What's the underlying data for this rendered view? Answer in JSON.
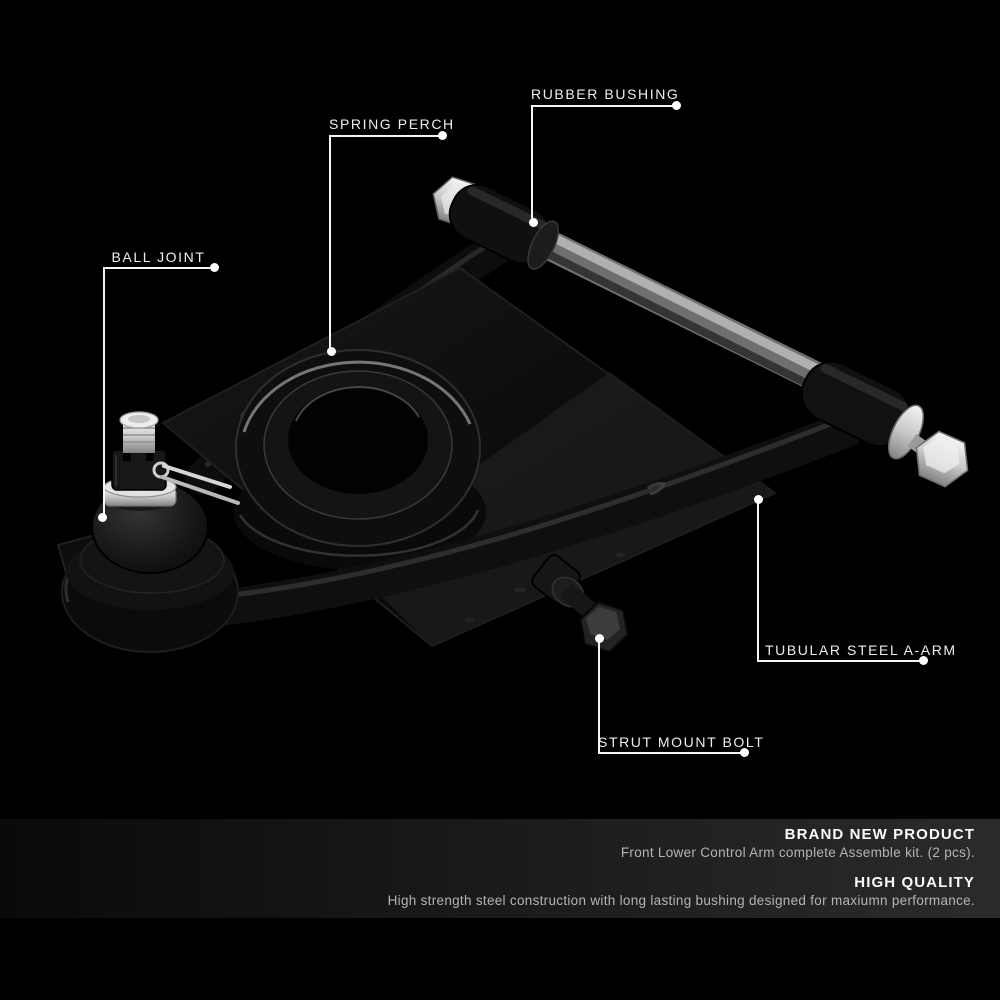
{
  "callouts": [
    {
      "label": "RUBBER BUSHING"
    },
    {
      "label": "SPRING PERCH"
    },
    {
      "label": "BALL JOINT"
    },
    {
      "label": "TUBULAR STEEL A-ARM"
    },
    {
      "label": "STRUT MOUNT BOLT"
    }
  ],
  "footer": {
    "sections": [
      {
        "heading": "BRAND NEW PRODUCT",
        "body": "Front Lower Control Arm complete Assemble kit. (2 pcs)."
      },
      {
        "heading": "HIGH QUALITY",
        "body": "High strength steel construction with long lasting bushing designed for maxiumn performance."
      }
    ]
  },
  "colors": {
    "bg": "#000000",
    "label": "#eeeeee",
    "line": "#ffffff",
    "heading": "#fbfbfb",
    "body": "#b4b4b4",
    "panelA": "#0a0a0a",
    "panelB": "#2b2b2b"
  }
}
